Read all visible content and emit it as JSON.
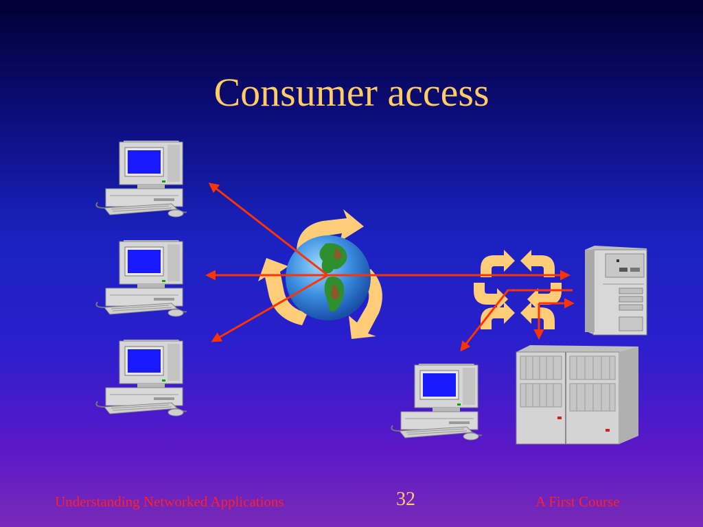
{
  "slide": {
    "title": "Consumer access",
    "page_number": "32"
  },
  "footer": {
    "left": "Understanding Networked Applications",
    "right": "A First Course"
  },
  "colors": {
    "title": "#ffcc66",
    "footer": "#ff2222",
    "arrow": "#ff3300",
    "recycle_arrow": "#ffcc77",
    "screen": "#1a1aff",
    "hardware": "#d4d4d4"
  },
  "icons": [
    "desktop-computer-icon",
    "globe-icon",
    "recycle-arrows-icon",
    "router-arrows-icon",
    "tower-server-icon",
    "mainframe-icon"
  ]
}
